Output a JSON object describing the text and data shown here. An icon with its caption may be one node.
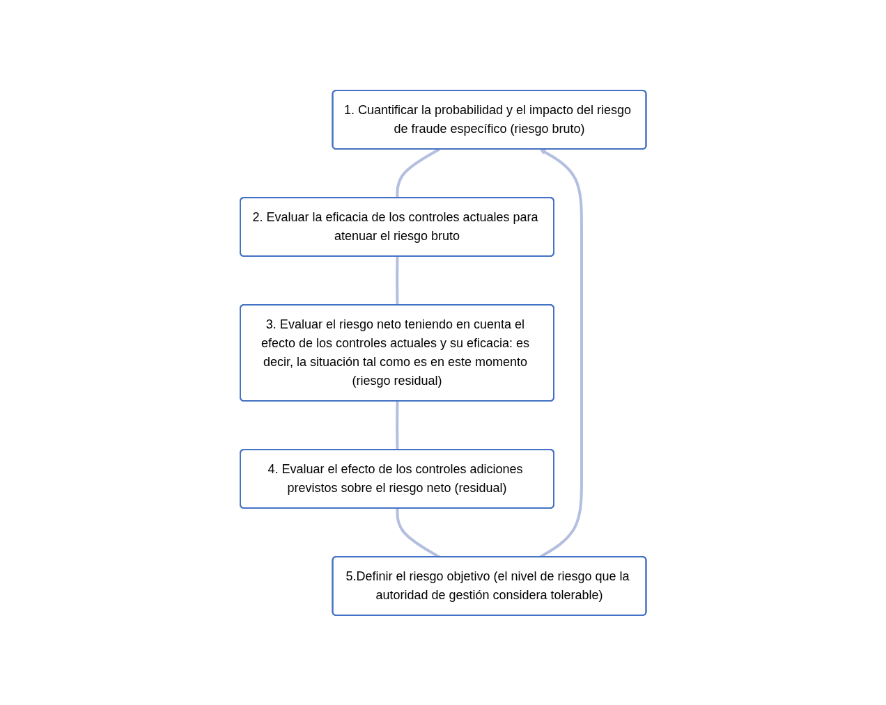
{
  "diagram": {
    "nodes": [
      {
        "text": [
          "1. Cuantificar la probabilidad y el impacto del riesgo de fraude específico (riesgo bruto)"
        ]
      },
      {
        "text": [
          "2. Evaluar la eficacia de los controles actuales para atenuar el riesgo bruto"
        ]
      },
      {
        "text": [
          "3. Evaluar el riesgo neto teniendo en cuenta el efecto de los controles actuales y su eficacia: es decir, la situación tal como es en este momento (riesgo residual)"
        ]
      },
      {
        "text": [
          "4. Evaluar el efecto de los controles adiciones previstos sobre el riesgo neto (residual)"
        ]
      },
      {
        "text": [
          "5.Definir el riesgo objetivo (el nivel de riesgo que la autoridad de gestión considera tolerable)"
        ]
      }
    ],
    "edges": [
      {
        "from": 0,
        "to": 1,
        "arrow": "none"
      },
      {
        "from": 1,
        "to": 2,
        "arrow": "none"
      },
      {
        "from": 2,
        "to": 3,
        "arrow": "none"
      },
      {
        "from": 3,
        "to": 4,
        "arrow": "none"
      },
      {
        "from": 4,
        "to": 0,
        "arrow": "to"
      }
    ]
  }
}
